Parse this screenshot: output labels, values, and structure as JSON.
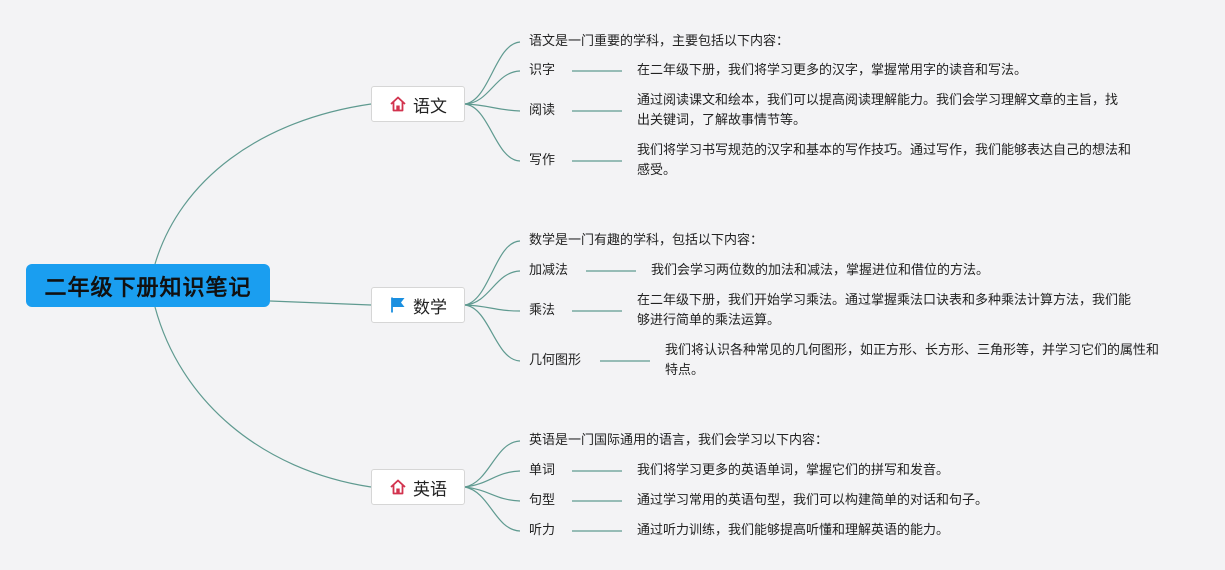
{
  "root": {
    "title": "二年级下册知识笔记"
  },
  "branches": [
    {
      "title": "语文",
      "icon": "home-icon",
      "intro": "语文是一门重要的学科，主要包括以下内容：",
      "items": [
        {
          "label": "识字",
          "desc": "在二年级下册，我们将学习更多的汉字，掌握常用字的读音和写法。"
        },
        {
          "label": "阅读",
          "desc": "通过阅读课文和绘本，我们可以提高阅读理解能力。我们会学习理解文章的主旨，找出关键词，了解故事情节等。"
        },
        {
          "label": "写作",
          "desc": "我们将学习书写规范的汉字和基本的写作技巧。通过写作，我们能够表达自己的想法和感受。"
        }
      ]
    },
    {
      "title": "数学",
      "icon": "flag-icon",
      "intro": "数学是一门有趣的学科，包括以下内容：",
      "items": [
        {
          "label": "加减法",
          "desc": "我们会学习两位数的加法和减法，掌握进位和借位的方法。"
        },
        {
          "label": "乘法",
          "desc": "在二年级下册，我们开始学习乘法。通过掌握乘法口诀表和多种乘法计算方法，我们能够进行简单的乘法运算。"
        },
        {
          "label": "几何图形",
          "desc": "我们将认识各种常见的几何图形，如正方形、长方形、三角形等，并学习它们的属性和特点。"
        }
      ]
    },
    {
      "title": "英语",
      "icon": "home-icon",
      "intro": "英语是一门国际通用的语言，我们会学习以下内容：",
      "items": [
        {
          "label": "单词",
          "desc": "我们将学习更多的英语单词，掌握它们的拼写和发音。"
        },
        {
          "label": "句型",
          "desc": "通过学习常用的英语句型，我们可以构建简单的对话和句子。"
        },
        {
          "label": "听力",
          "desc": "通过听力训练，我们能够提高听懂和理解英语的能力。"
        }
      ]
    }
  ],
  "colors": {
    "root_fill": "#1a9ef0",
    "link_stroke": "#5f9a90",
    "home_icon": "#d2334e",
    "flag_icon": "#1a8fe0",
    "background": "#f3f3f5"
  }
}
